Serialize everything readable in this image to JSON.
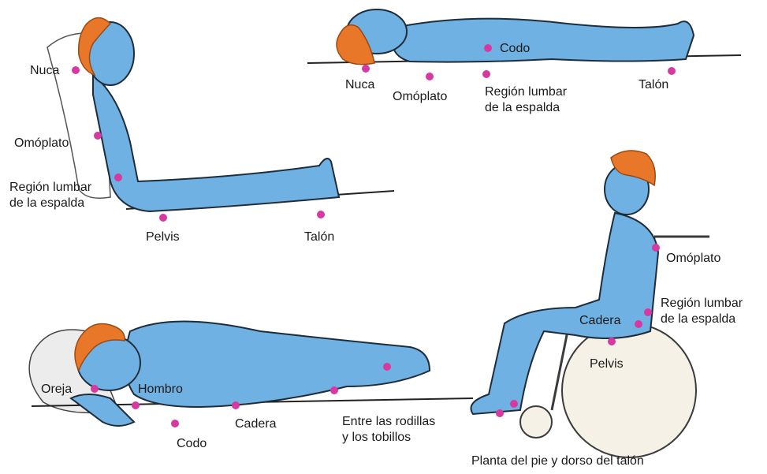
{
  "colors": {
    "pressure_dot": "#d63aa0",
    "skin": "#6fb1e3",
    "hair": "#e8772a"
  },
  "semi_reclined": {
    "nuca": "Nuca",
    "omoplato": "Omóplato",
    "lumbar_line1": "Región lumbar",
    "lumbar_line2": "de la espalda",
    "pelvis": "Pelvis",
    "talon": "Talón"
  },
  "supine": {
    "codo": "Codo",
    "nuca": "Nuca",
    "omoplato": "Omóplato",
    "lumbar_line1": "Región lumbar",
    "lumbar_line2": "de la espalda",
    "talon": "Talón"
  },
  "side_lying": {
    "oreja": "Oreja",
    "hombro": "Hombro",
    "codo": "Codo",
    "cadera": "Cadera",
    "rodillas_line1": "Entre las rodillas",
    "rodillas_line2": "y los tobillos"
  },
  "wheelchair": {
    "omoplato": "Omóplato",
    "lumbar_line1": "Región lumbar",
    "lumbar_line2": "de la espalda",
    "cadera": "Cadera",
    "pelvis": "Pelvis",
    "planta": "Planta del pie y dorso del talón"
  }
}
